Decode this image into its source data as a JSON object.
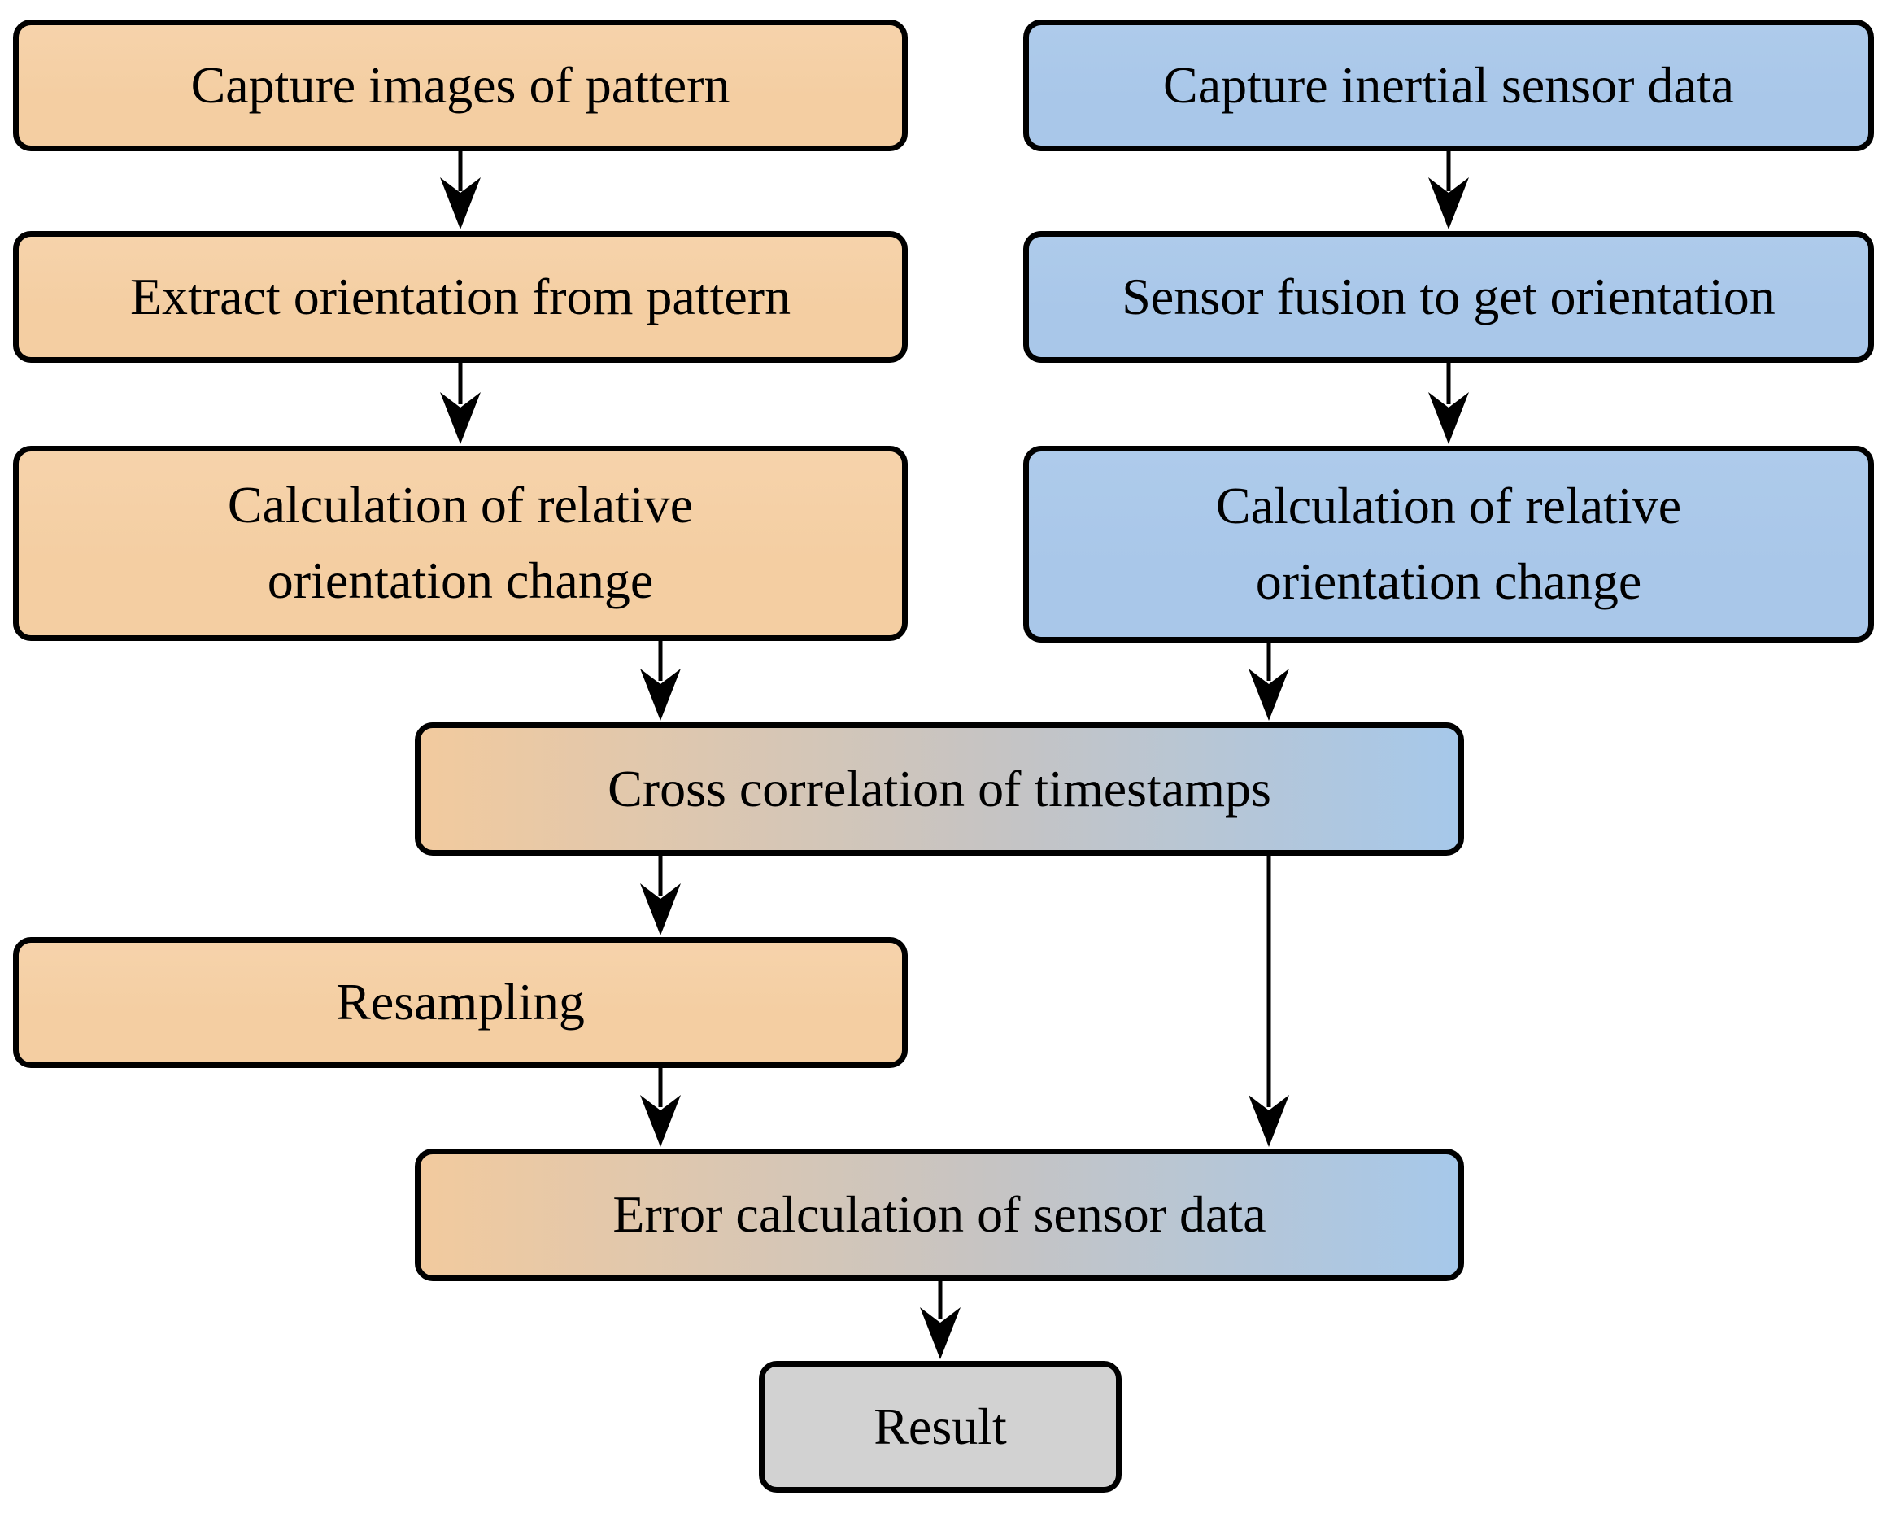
{
  "colors": {
    "background": "#FFFFFF",
    "outline": "#000000",
    "arrow": "#000000",
    "camera_branch_fill": "#F4CEA2",
    "imu_branch_fill": "#A9C7E9",
    "merged_fill_left": "#F2CA9E",
    "merged_fill_mid": "#C6C4C3",
    "merged_fill_right": "#A6C8EA",
    "result_fill": "#D2D2D2"
  },
  "nodes": {
    "capture_images": {
      "label": "Capture images of pattern"
    },
    "extract_orientation": {
      "label": "Extract orientation from pattern"
    },
    "camera_relative_change": {
      "label": "Calculation of relative orientation change"
    },
    "capture_inertial": {
      "label": "Capture inertial sensor data"
    },
    "sensor_fusion": {
      "label": "Sensor fusion to get orientation"
    },
    "imu_relative_change": {
      "label": "Calculation of relative orientation change"
    },
    "cross_correlation": {
      "label": "Cross correlation of timestamps"
    },
    "resampling": {
      "label": "Resampling"
    },
    "error_calculation": {
      "label": "Error calculation of sensor data"
    },
    "result": {
      "label": "Result"
    }
  }
}
